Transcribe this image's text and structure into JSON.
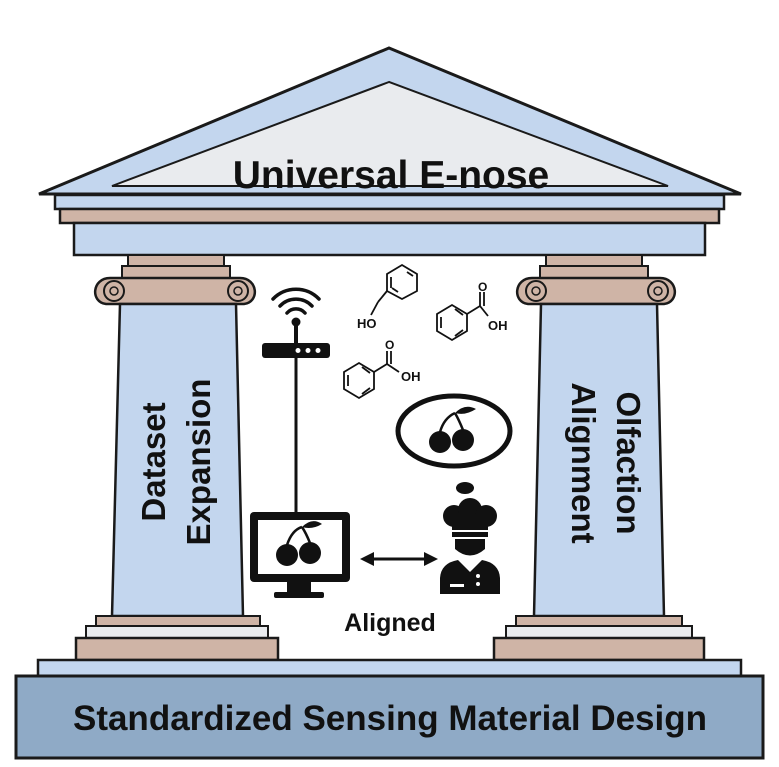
{
  "roof": {
    "title": "Universal E-nose"
  },
  "base": {
    "title": "Standardized Sensing Material Design"
  },
  "left_pillar": {
    "line1": "Dataset",
    "line2": "Expansion"
  },
  "right_pillar": {
    "line1": "Olfaction",
    "line2": "Alignment"
  },
  "center": {
    "aligned_label": "Aligned"
  },
  "molecules": {
    "benzyl_alcohol_label": "HO",
    "benzoic_acid_1_label": "OH",
    "benzoic_acid_2_label": "OH"
  },
  "icons": [
    "wifi-router-icon",
    "monitor-cherry-icon",
    "chef-icon",
    "cherry-thought-bubble-icon",
    "double-arrow-icon"
  ],
  "colors": {
    "column_blue": "#c3d6ee",
    "column_tan": "#cfb4a6",
    "outline": "#1a1a1a",
    "roof_inner": "#e9ebee",
    "base_blue": "#8faac6"
  }
}
